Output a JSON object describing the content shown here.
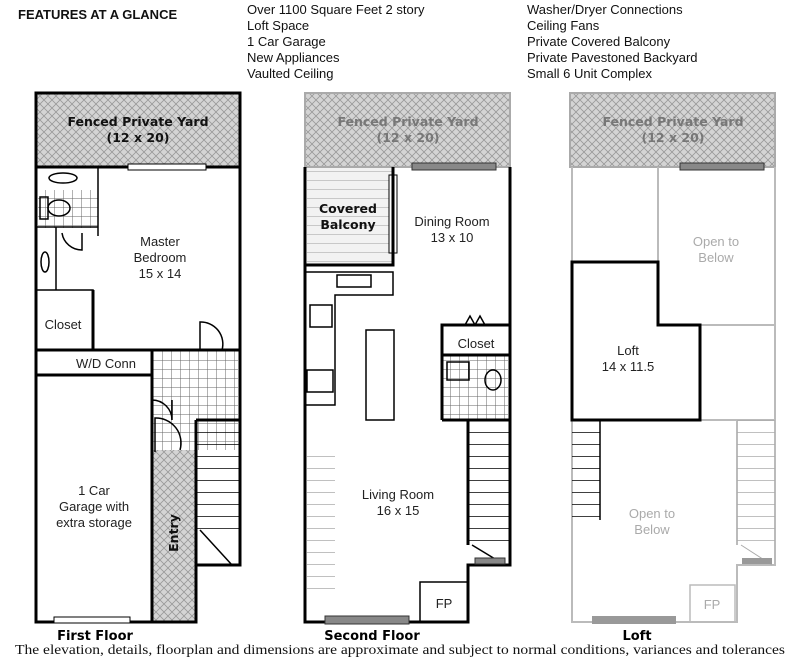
{
  "header": {
    "title": "FEATURES AT A GLANCE",
    "features_col1": [
      "Over 1100 Square Feet 2 story",
      "Loft Space",
      "1 Car Garage",
      "New Appliances",
      "Vaulted Ceiling"
    ],
    "features_col2": [
      "Washer/Dryer Connections",
      "Ceiling Fans",
      "Private Covered Balcony",
      "Private Pavestoned Backyard",
      "Small 6 Unit Complex"
    ]
  },
  "first_floor": {
    "label": "First Floor",
    "yard": [
      "Fenced Private Yard",
      "(12 x 20)"
    ],
    "master_bedroom": [
      "Master",
      "Bedroom",
      "15 x 14"
    ],
    "closet": "Closet",
    "wd": "W/D Conn",
    "garage": [
      "1 Car",
      "Garage with",
      "extra storage"
    ],
    "entry": "Entry"
  },
  "second_floor": {
    "label": "Second Floor",
    "yard": [
      "Fenced Private Yard",
      "(12 x 20)"
    ],
    "balcony": [
      "Covered",
      "Balcony"
    ],
    "dining": [
      "Dining Room",
      "13 x 10"
    ],
    "closet": "Closet",
    "living": [
      "Living Room",
      "16 x 15"
    ],
    "fp": "FP"
  },
  "loft_floor": {
    "label": "Loft",
    "yard": [
      "Fenced Private Yard",
      "(12 x 20)"
    ],
    "open_top": [
      "Open to",
      "Below"
    ],
    "loft": [
      "Loft",
      "14 x 11.5"
    ],
    "open_bottom": [
      "Open to",
      "Below"
    ],
    "fp": "FP"
  },
  "disclaimer": "The elevation, details, floorplan and dimensions are approximate and subject to normal conditions, variances and tolerances"
}
